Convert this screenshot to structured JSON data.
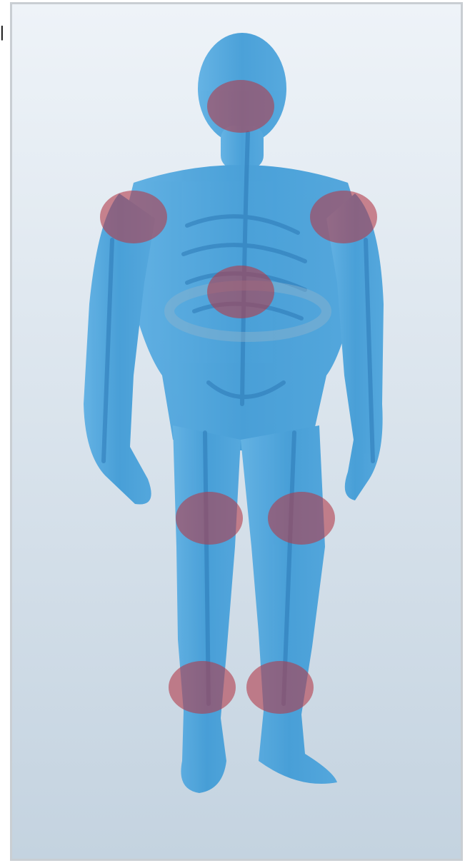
{
  "colors": {
    "background_top": "#eef3f8",
    "background_bottom": "#c4d3e0",
    "body_main": "#3d9ad6",
    "body_light": "#73b8e6",
    "bone": "#2c79b6",
    "hotspot": "#b33a4a",
    "frame_border": "#c9ced3"
  },
  "figure": {
    "icon": "human-body-icon",
    "hotspots": [
      {
        "id": "head",
        "label": ""
      },
      {
        "id": "left-shoulder",
        "label": ""
      },
      {
        "id": "right-shoulder",
        "label": ""
      },
      {
        "id": "mid-back",
        "label": ""
      },
      {
        "id": "left-knee",
        "label": ""
      },
      {
        "id": "right-knee",
        "label": ""
      },
      {
        "id": "left-ankle",
        "label": ""
      },
      {
        "id": "right-ankle",
        "label": ""
      }
    ]
  }
}
